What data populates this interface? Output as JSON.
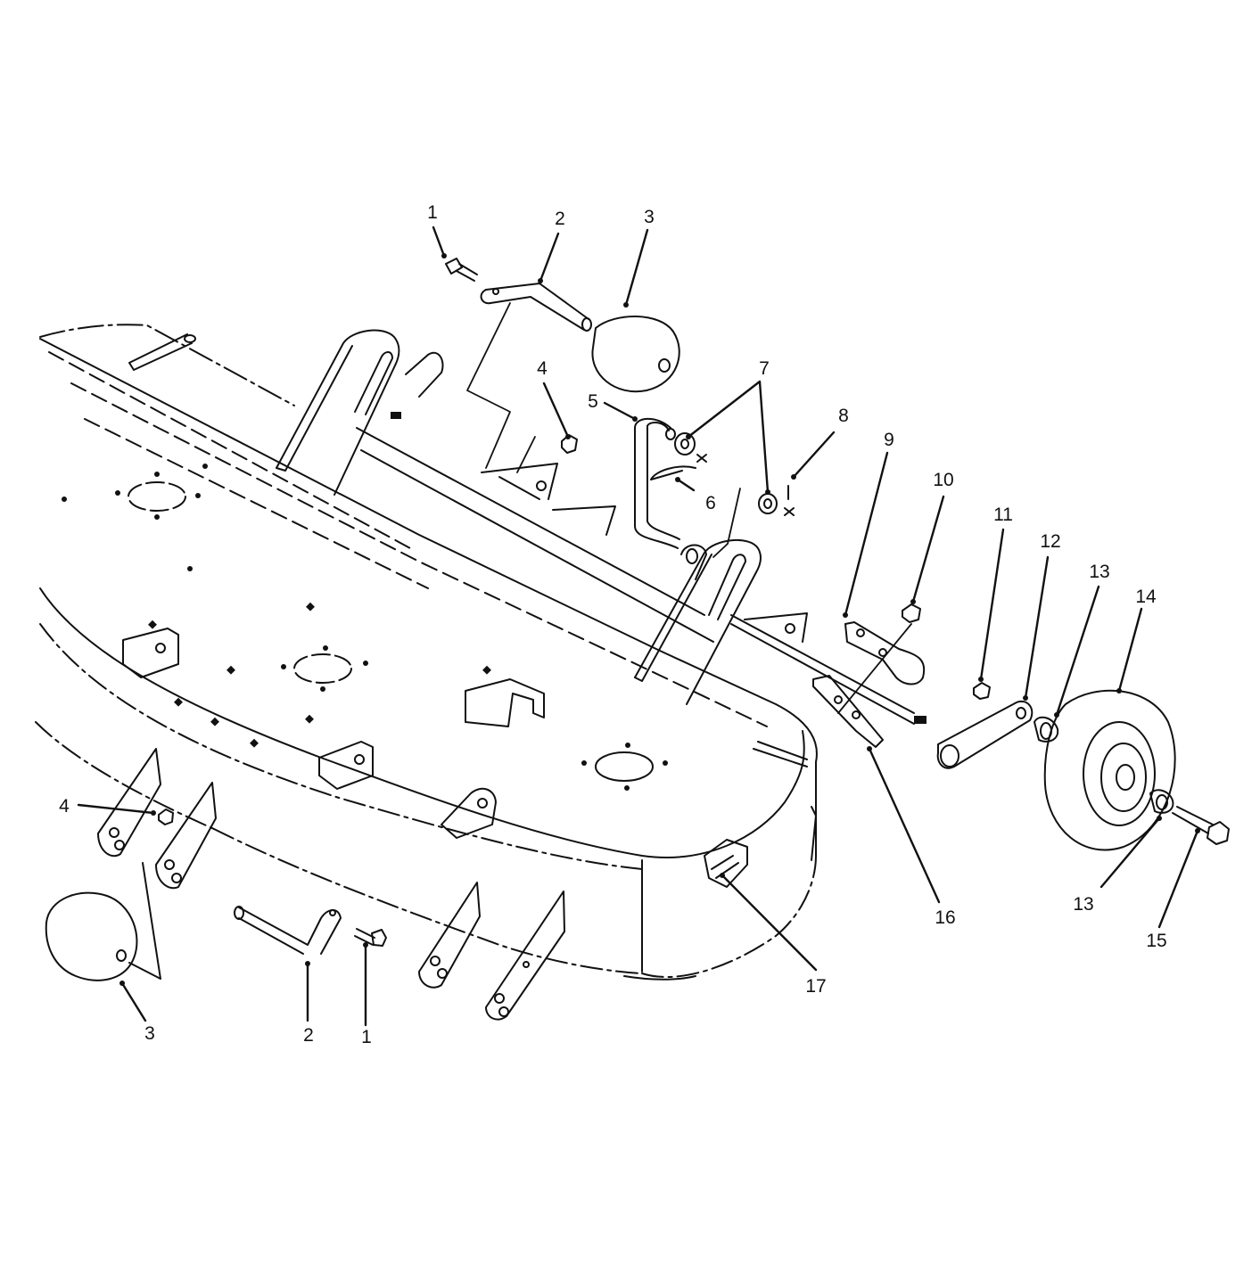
{
  "diagram": {
    "callouts": [
      {
        "id": "c1-top",
        "label": "1"
      },
      {
        "id": "c2-top",
        "label": "2"
      },
      {
        "id": "c3-top",
        "label": "3"
      },
      {
        "id": "c4-top",
        "label": "4"
      },
      {
        "id": "c5",
        "label": "5"
      },
      {
        "id": "c6",
        "label": "6"
      },
      {
        "id": "c7",
        "label": "7"
      },
      {
        "id": "c8",
        "label": "8"
      },
      {
        "id": "c9",
        "label": "9"
      },
      {
        "id": "c10",
        "label": "10"
      },
      {
        "id": "c11",
        "label": "11"
      },
      {
        "id": "c12",
        "label": "12"
      },
      {
        "id": "c13-top",
        "label": "13"
      },
      {
        "id": "c14",
        "label": "14"
      },
      {
        "id": "c4-bottom",
        "label": "4"
      },
      {
        "id": "c16",
        "label": "16"
      },
      {
        "id": "c13-bottom",
        "label": "13"
      },
      {
        "id": "c15",
        "label": "15"
      },
      {
        "id": "c17",
        "label": "17"
      },
      {
        "id": "c3-bottom",
        "label": "3"
      },
      {
        "id": "c2-bottom",
        "label": "2"
      },
      {
        "id": "c1-bottom",
        "label": "1"
      }
    ]
  }
}
